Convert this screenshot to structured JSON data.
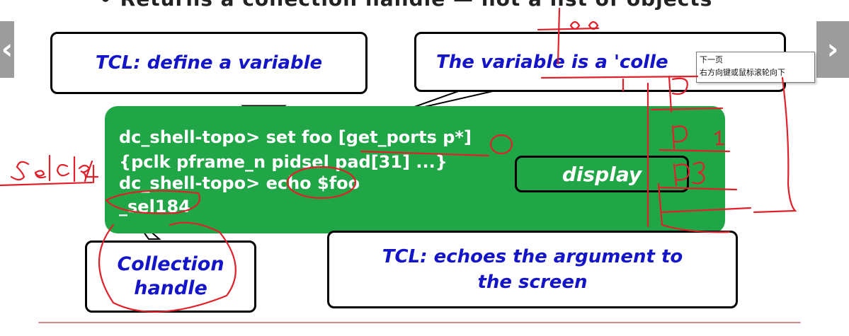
{
  "slide": {
    "top_text": "• Returns a collection handle — not a list of objects",
    "callouts": {
      "define_variable": "TCL: define a variable",
      "variable_is_collection": "The variable is a 'colle",
      "display": "display",
      "collection_handle_line1": "Collection",
      "collection_handle_line2": "handle",
      "echoes_line1": "TCL: echoes the argument to",
      "echoes_line2": "the screen"
    },
    "terminal": {
      "line1": "dc_shell-topo> set foo [get_ports p*]",
      "line2": "{pclk pframe_n pidsel pad[31] ...}",
      "line3": "dc_shell-topo> echo $foo",
      "line4": "_sel184"
    }
  },
  "tooltip": {
    "line1": "下一页",
    "line2": "右方向键或鼠标滚轮向下"
  },
  "nav": {
    "prev_label": "‹",
    "next_label": "›"
  },
  "colors": {
    "callout_text": "#1414c8",
    "terminal_bg": "#20a646",
    "annotation_ink": "#e0202a"
  }
}
